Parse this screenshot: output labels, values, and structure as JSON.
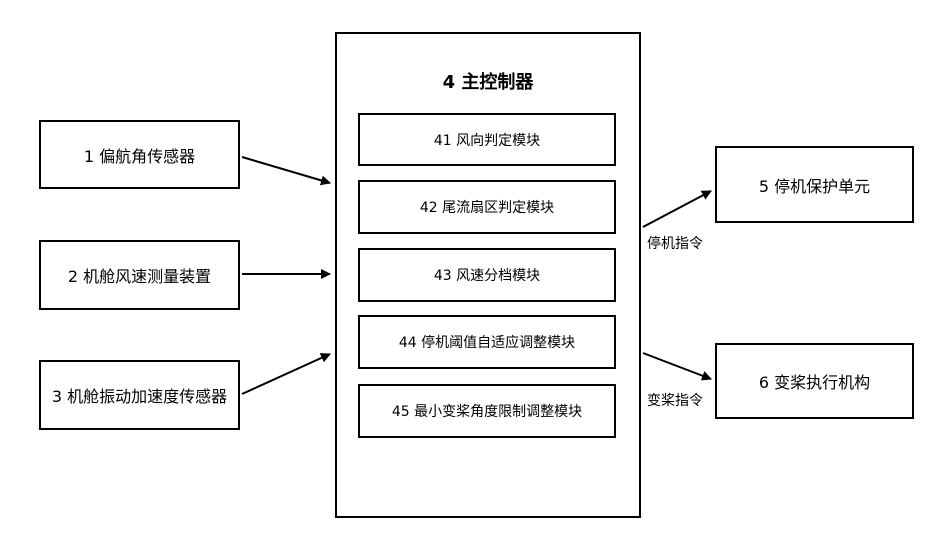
{
  "inputs": [
    {
      "label": "1 偏航角传感器"
    },
    {
      "label": "2 机舱风速测量装置"
    },
    {
      "label": "3 机舱振动加速度传感器"
    }
  ],
  "controller": {
    "title": "4 主控制器",
    "modules": [
      {
        "label": "41 风向判定模块"
      },
      {
        "label": "42 尾流扇区判定模块"
      },
      {
        "label": "43 风速分档模块"
      },
      {
        "label": "44 停机阈值自适应调整模块"
      },
      {
        "label": "45 最小变桨角度限制调整模块"
      }
    ]
  },
  "outputs": [
    {
      "label": "5 停机保护单元",
      "edge_label": "停机指令"
    },
    {
      "label": "6 变桨执行机构",
      "edge_label": "变桨指令"
    }
  ],
  "colors": {
    "line": "#000000",
    "background": "#ffffff"
  }
}
